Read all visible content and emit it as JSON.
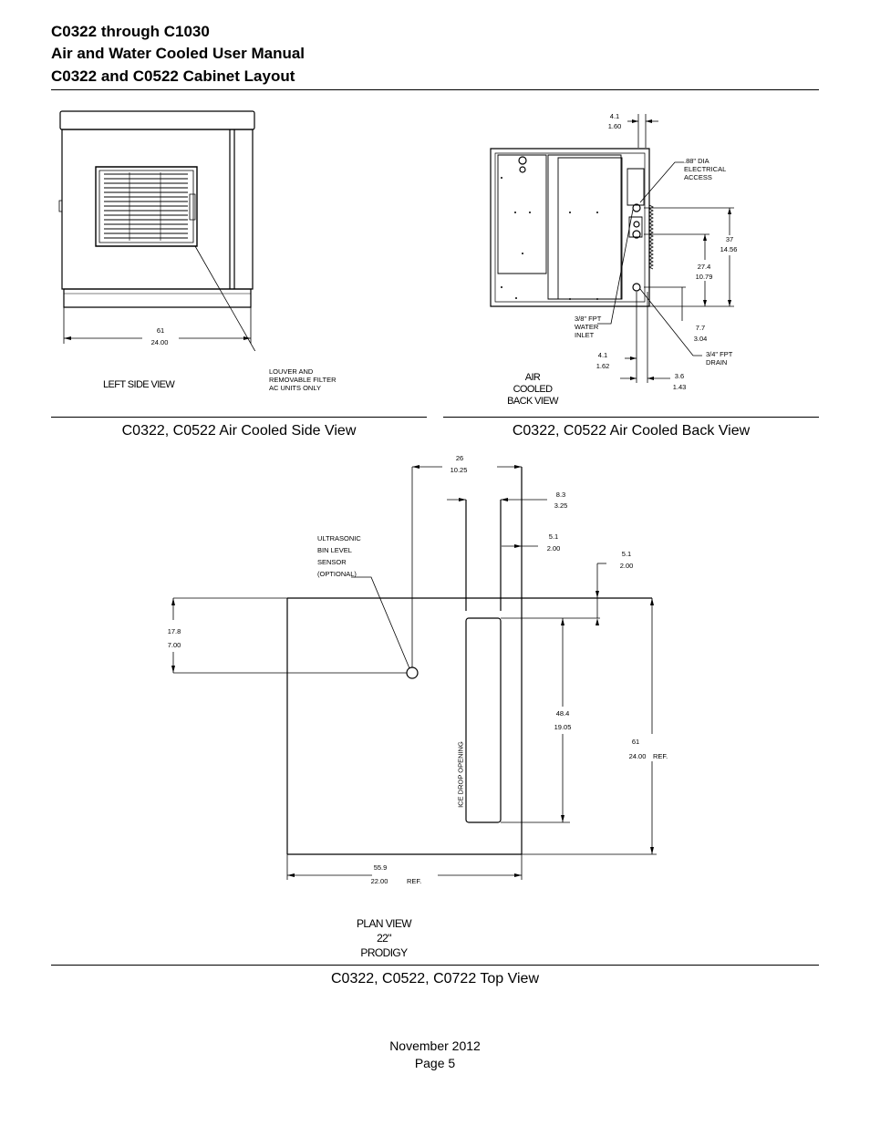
{
  "header": {
    "line1": "C0322 through C1030",
    "line2": "Air and Water Cooled User Manual",
    "line3": "C0322 and C0522 Cabinet Layout"
  },
  "side_view": {
    "title": "LEFT SIDE VIEW",
    "dim_width_cm": "61",
    "dim_width_in": "24.00",
    "louver_note": [
      "LOUVER AND",
      "REMOVABLE FILTER",
      "AC UNITS ONLY"
    ],
    "caption": "C0322, C0522 Air Cooled Side View"
  },
  "back_view": {
    "title_line1": "AIR COOLED",
    "title_line2": "BACK VIEW",
    "dim_top_cm": "4.1",
    "dim_top_in": "1.60",
    "electrical_note": [
      ".88\" DIA",
      "ELECTRICAL",
      "ACCESS"
    ],
    "dim_37_cm": "37",
    "dim_37_in": "14.56",
    "dim_274_cm": "27.4",
    "dim_274_in": "10.79",
    "water_inlet_note": [
      "3/8\" FPT",
      "WATER",
      "INLET"
    ],
    "dim_77_cm": "7.7",
    "dim_77_in": "3.04",
    "drain_note": [
      "3/4\" FPT",
      "DRAIN"
    ],
    "dim_41b_cm": "4.1",
    "dim_41b_in": "1.62",
    "dim_36_cm": "3.6",
    "dim_36_in": "1.43",
    "caption": "C0322, C0522 Air Cooled Back View"
  },
  "plan_view": {
    "title_line1": "PLAN VIEW",
    "title_line2": "22\" PRODIGY",
    "dim_26_cm": "26",
    "dim_26_in": "10.25",
    "dim_83_cm": "8.3",
    "dim_83_in": "3.25",
    "dim_51a_cm": "5.1",
    "dim_51a_in": "2.00",
    "dim_51b_cm": "5.1",
    "dim_51b_in": "2.00",
    "sensor_note": [
      "ULTRASONIC",
      "BIN LEVEL",
      "SENSOR",
      "(OPTIONAL)"
    ],
    "dim_178_cm": "17.8",
    "dim_178_in": "7.00",
    "dim_484_cm": "48.4",
    "dim_484_in": "19.05",
    "dim_61_cm": "61",
    "dim_61_in": "24.00",
    "ref_label": "REF.",
    "dim_559_cm": "55.9",
    "dim_559_in": "22.00",
    "ref_label2": "REF.",
    "ice_drop_label": "ICE DROP OPENING",
    "caption": "C0322, C0522, C0722 Top View"
  },
  "footer": {
    "date": "November 2012",
    "page": "Page 5"
  }
}
